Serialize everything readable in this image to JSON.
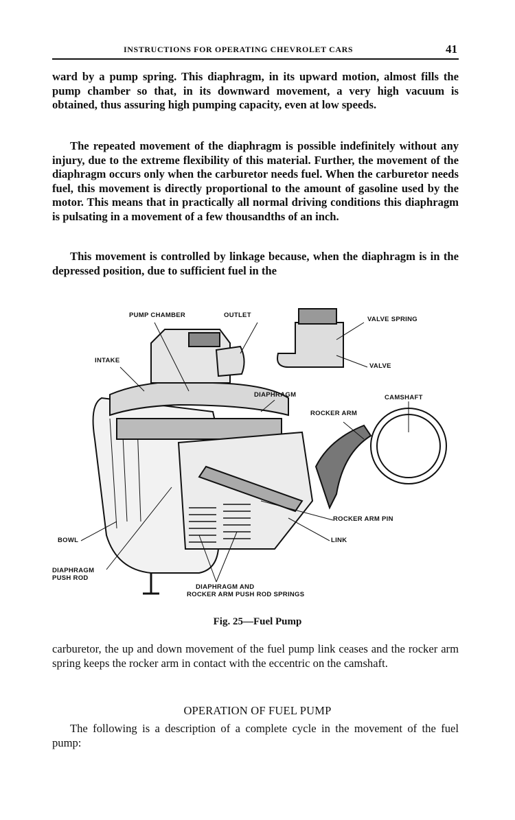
{
  "header": {
    "running_title": "INSTRUCTIONS FOR OPERATING CHEVROLET CARS",
    "page_number": "41"
  },
  "paragraphs": {
    "p1": "ward by a pump spring. This diaphragm, in its upward motion, almost fills the pump chamber so that, in its downward movement, a very high vacuum is obtained, thus assuring high pumping capacity, even at low speeds.",
    "p2": "The repeated movement of the diaphragm is possible indefinitely without any injury, due to the extreme flexibility of this material. Further, the movement of the diaphragm occurs only when the carburetor needs fuel. When the carburetor needs fuel, this movement is directly proportional to the amount of gasoline used by the motor. This means that in practically all normal driving conditions this diaphragm is pulsating in a movement of a few thousandths of an inch.",
    "p3": "This movement is controlled by linkage because, when the diaphragm is in the depressed position, due to sufficient fuel in the",
    "p4": "carburetor, the up and down movement of the fuel pump link ceases and the rocker arm spring keeps the rocker arm in contact with the eccentric on the camshaft.",
    "p5": "The following is a description of a complete cycle in the movement of the fuel pump:"
  },
  "figure": {
    "caption": "Fig. 25—Fuel Pump",
    "labels": {
      "pump_chamber": "PUMP CHAMBER",
      "outlet": "OUTLET",
      "valve_spring": "VALVE SPRING",
      "intake": "INTAKE",
      "valve": "VALVE",
      "diaphragm": "DIAPHRAGM",
      "camshaft": "CAMSHAFT",
      "rocker_arm": "ROCKER ARM",
      "rocker_arm_pin": "ROCKER ARM PIN",
      "bowl": "BOWL",
      "link": "LINK",
      "diaphragm_push_rod_1": "DIAPHRAGM",
      "diaphragm_push_rod_2": "PUSH ROD",
      "springs_1": "DIAPHRAGM AND",
      "springs_2": "ROCKER ARM PUSH ROD SPRINGS"
    }
  },
  "section": {
    "title": "OPERATION OF FUEL PUMP"
  }
}
